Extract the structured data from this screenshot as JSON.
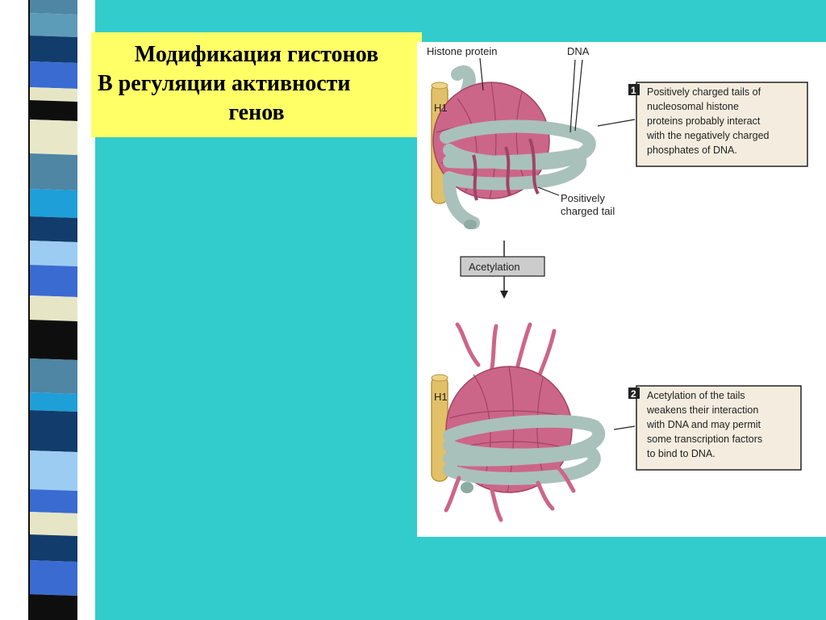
{
  "slide": {
    "title_line1": "Модификация гистонов",
    "title_line2": "В регуляции активности",
    "title_line3": "генов"
  },
  "figure": {
    "label_histone_protein": "Histone protein",
    "label_dna": "DNA",
    "label_h1_top": "H1",
    "label_h1_bottom": "H1",
    "label_tail_line1": "Positively",
    "label_tail_line2": "charged tail",
    "arrow_label": "Acetylation",
    "box1_number": "1",
    "box1_lines": [
      "Positively charged tails of",
      "nucleosomal histone",
      "proteins probably interact",
      "with the negatively charged",
      "phosphates of DNA."
    ],
    "box2_number": "2",
    "box2_lines": [
      "Acetylation of the tails",
      "weakens their interaction",
      "with DNA and may permit",
      "some transcription factors",
      "to bind to DNA."
    ]
  },
  "colors": {
    "background": "#33CCCC",
    "title_box": "#FFFF66",
    "histone": "#CC6688",
    "dna": "#A9C1BB",
    "h1": "#E2C068",
    "note_box": "#F4EDDF"
  }
}
